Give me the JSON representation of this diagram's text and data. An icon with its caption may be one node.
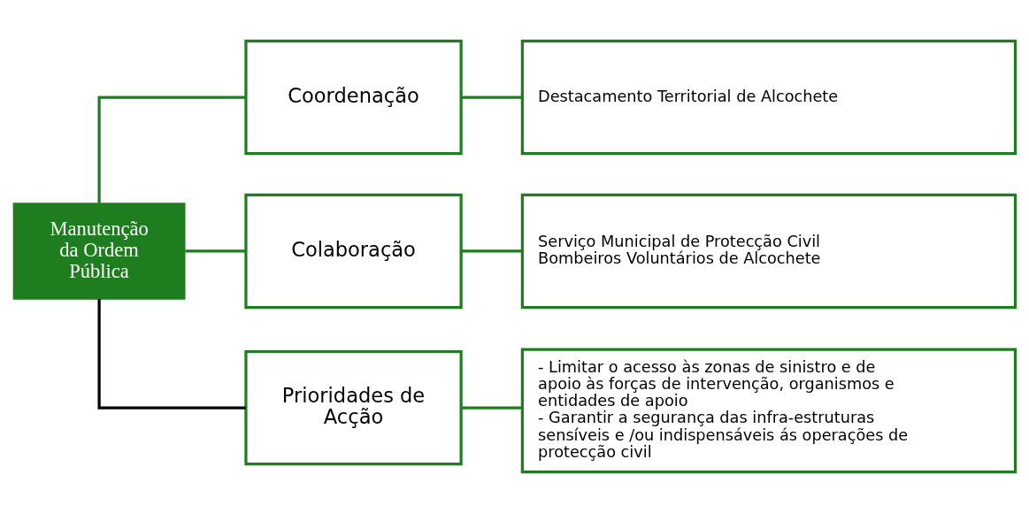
{
  "diagram": {
    "nodes": [
      {
        "text": [
          "Manutenção da Ordem Pública"
        ]
      },
      {
        "text": [
          "Coordenação"
        ]
      },
      {
        "text": [
          "Colaboração"
        ]
      },
      {
        "text": [
          "Prioridades de Acção"
        ]
      },
      {
        "text": [
          "Destacamento Territorial de Alcochete"
        ]
      },
      {
        "text": [
          "Serviço Municipal de Protecção Civil",
          "Bombeiros Voluntários de Alcochete"
        ]
      },
      {
        "text": [
          "- Limitar o acesso às zonas de sinistro e de apoio às forças de intervenção, organismos e entidades de apoio",
          "- Garantir a segurança das infra-estruturas sensíveis e /ou indispensáveis ás operações de protecção civil"
        ]
      }
    ],
    "edges": [
      {
        "from": 0,
        "to": 1,
        "arrow": "none"
      },
      {
        "from": 0,
        "to": 2,
        "arrow": "none"
      },
      {
        "from": 0,
        "to": 3,
        "arrow": "none",
        "color": "#000000"
      },
      {
        "from": 1,
        "to": 4,
        "arrow": "none"
      },
      {
        "from": 2,
        "to": 5,
        "arrow": "none"
      },
      {
        "from": 3,
        "to": 6,
        "arrow": "none"
      }
    ]
  }
}
